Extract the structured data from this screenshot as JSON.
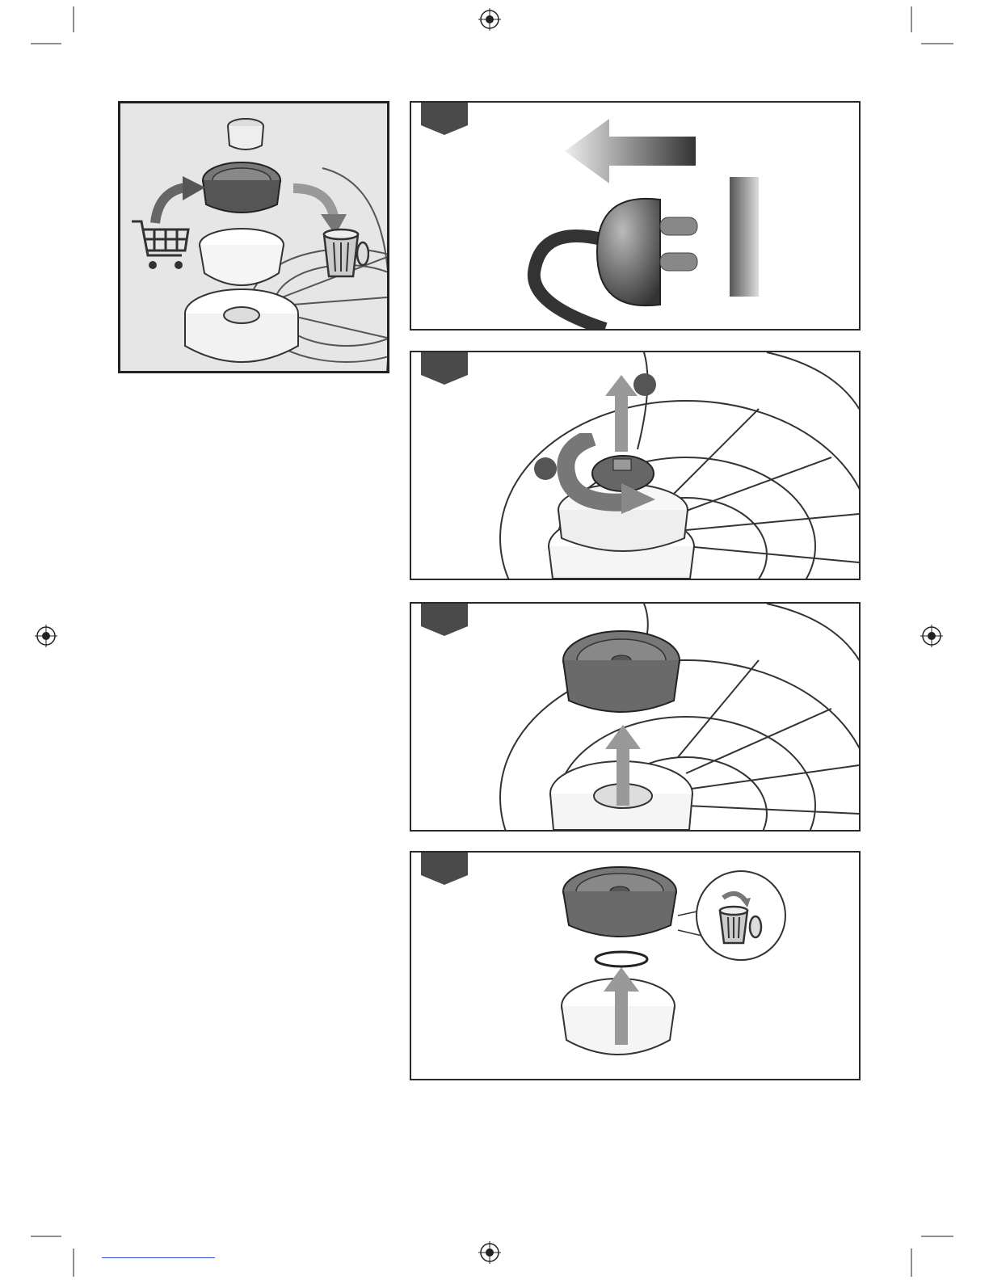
{
  "page": {
    "footer_link_text": ""
  },
  "overview": {
    "icons": [
      "cart-icon",
      "trash-bin-icon",
      "arrow-icon"
    ]
  },
  "steps": [
    {
      "id": "unplug",
      "icons": [
        "arrow-left-icon",
        "plug-icon",
        "socket-icon"
      ]
    },
    {
      "id": "unscrew-cap",
      "callouts": [
        "1",
        "2"
      ],
      "icons": [
        "rotate-arrow-icon",
        "arrow-up-icon"
      ],
      "callout_labels_visible": false
    },
    {
      "id": "remove-spool",
      "icons": [
        "arrow-up-icon"
      ]
    },
    {
      "id": "discard-spool",
      "icons": [
        "arrow-up-icon",
        "trash-bin-icon"
      ]
    }
  ],
  "colors": {
    "tab": "#4a4a4a",
    "frame": "#2a2a2a",
    "overview_bg": "#e6e6e6"
  }
}
